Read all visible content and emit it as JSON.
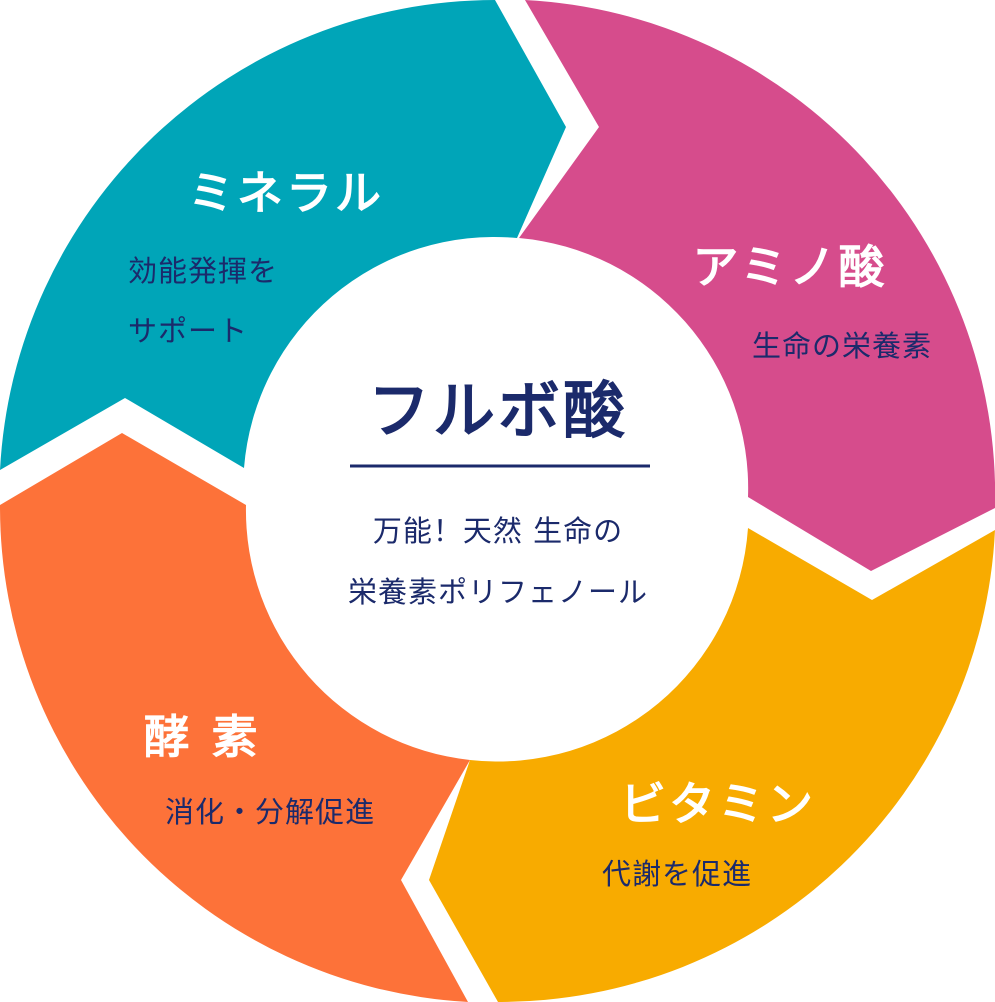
{
  "center": {
    "title": "フルボ酸",
    "subtitle_line1": "万能！天然 生命の",
    "subtitle_line2": "栄養素ポリフェノール"
  },
  "segments": [
    {
      "id": "mineral",
      "title": "ミネラル",
      "sub1": "効能発揮を",
      "sub2": "サポート",
      "color": "#00a5b8"
    },
    {
      "id": "amino",
      "title": "アミノ酸",
      "sub1": "生命の栄養素",
      "sub2": "",
      "color": "#d64c8c"
    },
    {
      "id": "vitamin",
      "title": "ビタミン",
      "sub1": "代謝を促進",
      "sub2": "",
      "color": "#f8ab00"
    },
    {
      "id": "enzyme",
      "title": "酵 素",
      "sub1": "消化・分解促進",
      "sub2": "",
      "color": "#fd7239"
    }
  ],
  "colors": {
    "navy": "#1b2a6b",
    "white": "#ffffff"
  }
}
